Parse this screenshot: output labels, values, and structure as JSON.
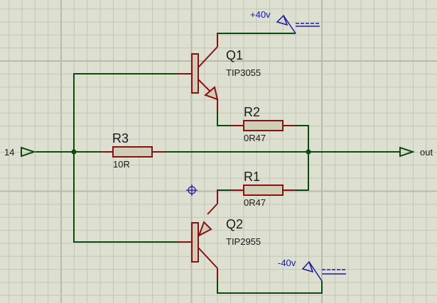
{
  "schematic": {
    "components": [
      {
        "ref": "Q1",
        "value": "TIP3055",
        "type": "npn-transistor"
      },
      {
        "ref": "Q2",
        "value": "TIP2955",
        "type": "pnp-transistor"
      },
      {
        "ref": "R1",
        "value": "0R47",
        "type": "resistor"
      },
      {
        "ref": "R2",
        "value": "0R47",
        "type": "resistor"
      },
      {
        "ref": "R3",
        "value": "10R",
        "type": "resistor"
      }
    ],
    "terminals": {
      "input": "14",
      "output": "out",
      "pos_supply": "+40v",
      "neg_supply": "-40v"
    }
  },
  "colors": {
    "background": "#dddfd0",
    "grid_minor": "#c4c5b7",
    "grid_major": "#b9baab",
    "wire": "#0d4a0d",
    "component": "#8b1010",
    "component_fill": "#d0ceb6",
    "power": "#1a1aa0",
    "text": "#1a1a1a"
  }
}
